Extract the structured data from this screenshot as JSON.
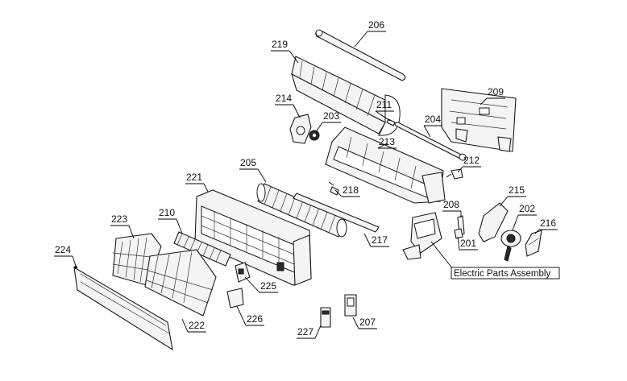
{
  "diagram": {
    "labels": {
      "p201": "201",
      "p202": "202",
      "p203": "203",
      "p204": "204",
      "p205": "205",
      "p206": "206",
      "p207": "207",
      "p208": "208",
      "p209": "209",
      "p210": "210",
      "p211": "211",
      "p212": "212",
      "p213": "213",
      "p214": "214",
      "p215": "215",
      "p216": "216",
      "p217": "217",
      "p218": "218",
      "p219": "219",
      "p221": "221",
      "p222": "222",
      "p223": "223",
      "p224": "224",
      "p225": "225",
      "p226": "226",
      "p227": "227"
    },
    "callout": "Electric Parts Assembly"
  }
}
